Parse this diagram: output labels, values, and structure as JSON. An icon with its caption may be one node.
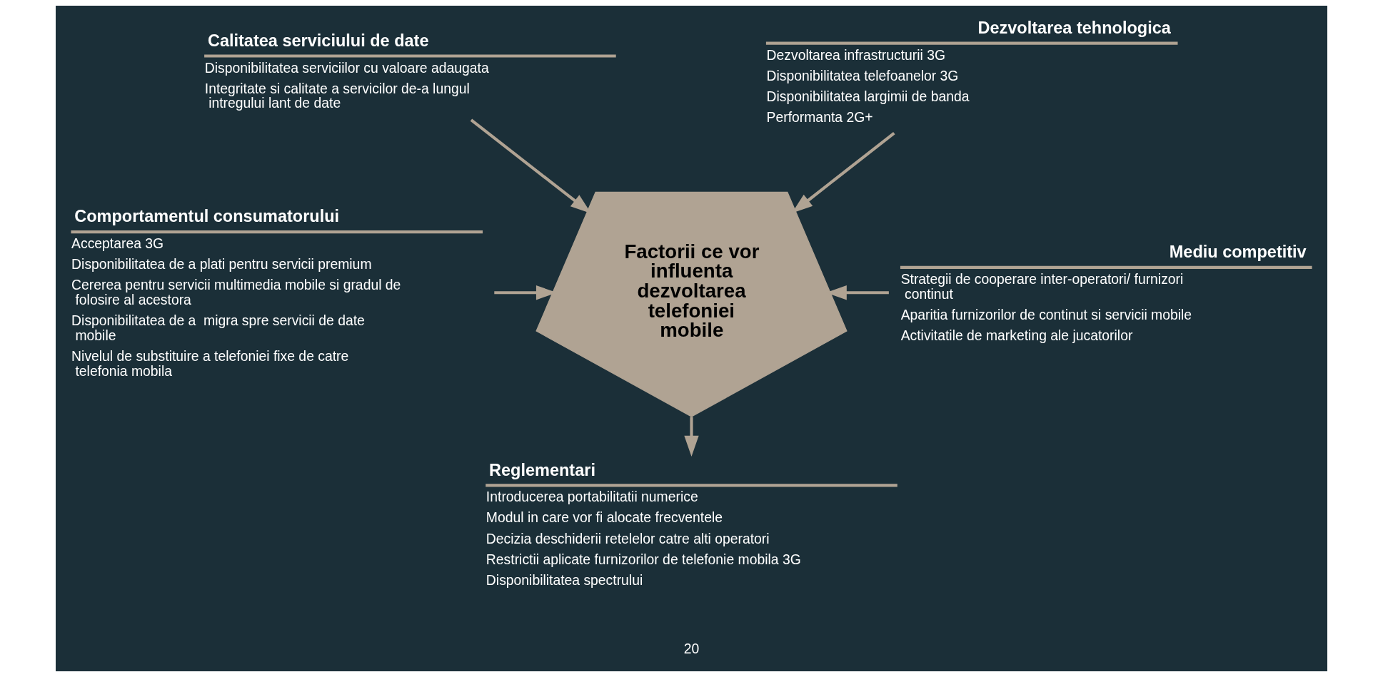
{
  "diagram": {
    "nodes": [
      {
        "text": [
          "Factorii ce vor influenta dezvoltarea telefoniei mobile"
        ]
      },
      {
        "text": [
          "Calitatea serviciului de date",
          "Disponibilitatea serviciilor cu valoare adaugata",
          "Integritate si calitate a servicilor de-a lungul intregului lant de date"
        ]
      },
      {
        "text": [
          "Dezvoltarea tehnologica",
          "Dezvoltarea infrastructurii 3G",
          "Disponibilitatea telefoanelor 3G",
          "Disponibilitatea largimii de banda",
          "Performanta 2G+"
        ]
      },
      {
        "text": [
          "Comportamentul consumatorului",
          "Acceptarea 3G",
          "Disponibilitatea de a plati pentru servicii premium",
          "Cererea pentru servicii multimedia mobile si gradul de folosire al acestora",
          "Disponibilitatea de a  migra spre servicii de date mobile",
          "Nivelul de substituire a telefoniei fixe de catre telefonia mobila"
        ]
      },
      {
        "text": [
          "Mediu competitiv",
          "Strategii de cooperare inter-operatori/ furnizori continut",
          "Aparitia furnizorilor de continut si servicii mobile",
          "Activitatile de marketing ale jucatorilor"
        ]
      },
      {
        "text": [
          "Reglementari",
          "Introducerea portabilitatii numerice",
          "Modul in care vor fi alocate frecventele",
          "Decizia deschiderii retelelor catre alti operatori",
          "Restrictii aplicate furnizorilor de telefonie mobila 3G",
          "Disponibilitatea spectrului"
        ]
      }
    ],
    "edges": [
      {
        "from": 1,
        "to": 0,
        "arrow": "to"
      },
      {
        "from": 2,
        "to": 0,
        "arrow": "to"
      },
      {
        "from": 3,
        "to": 0,
        "arrow": "to"
      },
      {
        "from": 4,
        "to": 0,
        "arrow": "to"
      },
      {
        "from": 0,
        "to": 5,
        "arrow": "to"
      }
    ],
    "labels": [
      "20"
    ]
  }
}
